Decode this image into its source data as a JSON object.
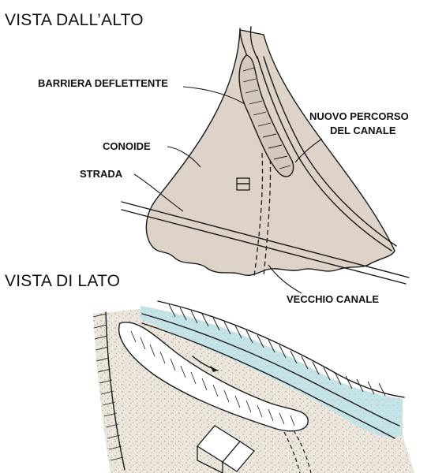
{
  "top_view": {
    "heading": "VISTA DALL’ALTO",
    "labels": {
      "barriera": "BARRIERA DEFLETTENTE",
      "nuovo_1": "NUOVO PERCORSO",
      "nuovo_2": "DEL CANALE",
      "conoide": "CONOIDE",
      "strada": "STRADA",
      "vecchio": "VECCHIO CANALE"
    }
  },
  "side_view": {
    "heading": "VISTA DI LATO"
  },
  "colors": {
    "fan_fill": "#ddd3c8",
    "water": "#c9e6e8",
    "ink": "#1a1a1a"
  }
}
